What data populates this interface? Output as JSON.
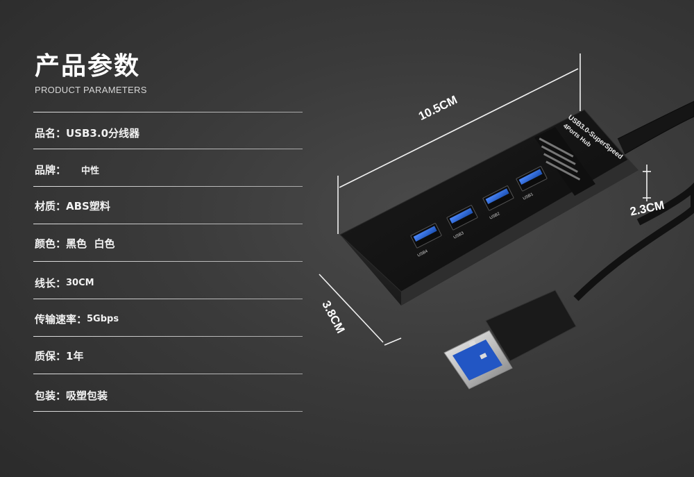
{
  "header": {
    "title": "产品参数",
    "subtitle": "PRODUCT PARAMETERS"
  },
  "params": [
    {
      "label": "品名：",
      "value": "USB3.0分线器"
    },
    {
      "label": "品牌：",
      "value": "中性"
    },
    {
      "label": "材质：",
      "value": "ABS塑料"
    },
    {
      "label": "颜色：",
      "value": "黑色  白色"
    },
    {
      "label": "线长：",
      "value": "30CM"
    },
    {
      "label": "传输速率：",
      "value": "5Gbps"
    },
    {
      "label": "质保：",
      "value": "1年"
    },
    {
      "label": "包装：",
      "value": "吸塑包装"
    }
  ],
  "product": {
    "dimensions": {
      "length": "10.5CM",
      "height": "2.3CM",
      "width": "3.8CM"
    },
    "hub_text_line1": "USB3.0-SuperSpeed",
    "hub_text_line2": "4Ports Hub",
    "port_labels": [
      "USB4",
      "USB3",
      "USB2",
      "USB1"
    ],
    "colors": {
      "hub_body": "#141414",
      "port_blue": "#2a64c8",
      "cable": "#121212"
    }
  }
}
